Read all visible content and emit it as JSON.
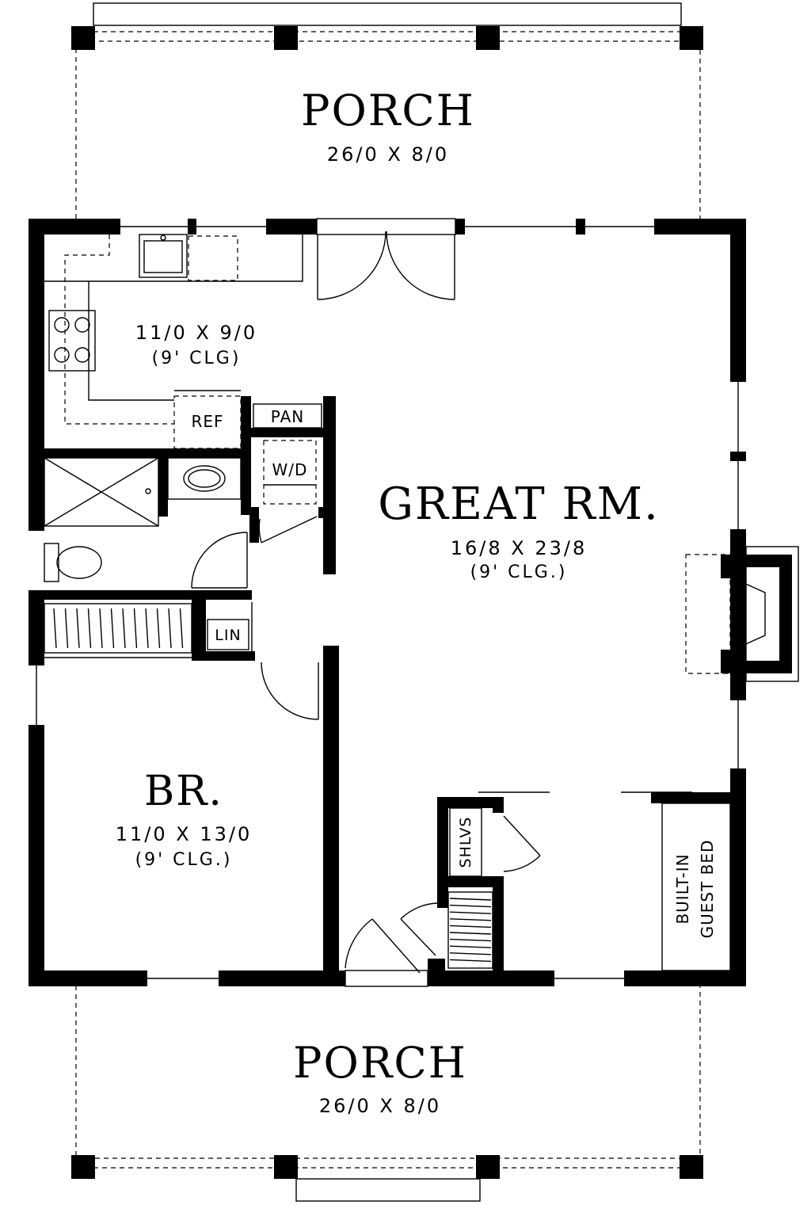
{
  "porch_top": {
    "name": "PORCH",
    "size": "26/0 X 8/0"
  },
  "porch_bottom": {
    "name": "PORCH",
    "size": "26/0 X 8/0"
  },
  "kitchen": {
    "size": "11/0 X 9/0",
    "ceiling": "(9' CLG)"
  },
  "great_room": {
    "name": "GREAT RM.",
    "size": "16/8 X 23/8",
    "ceiling": "(9' CLG.)"
  },
  "bedroom": {
    "name": "BR.",
    "size": "11/0 X 13/0",
    "ceiling": "(9' CLG.)"
  },
  "labels": {
    "ref": "REF",
    "pan": "PAN",
    "wd": "W/D",
    "lin": "LIN",
    "shlvs": "SHLVS",
    "guest_bed_line1": "BUILT-IN",
    "guest_bed_line2": "GUEST BED"
  }
}
